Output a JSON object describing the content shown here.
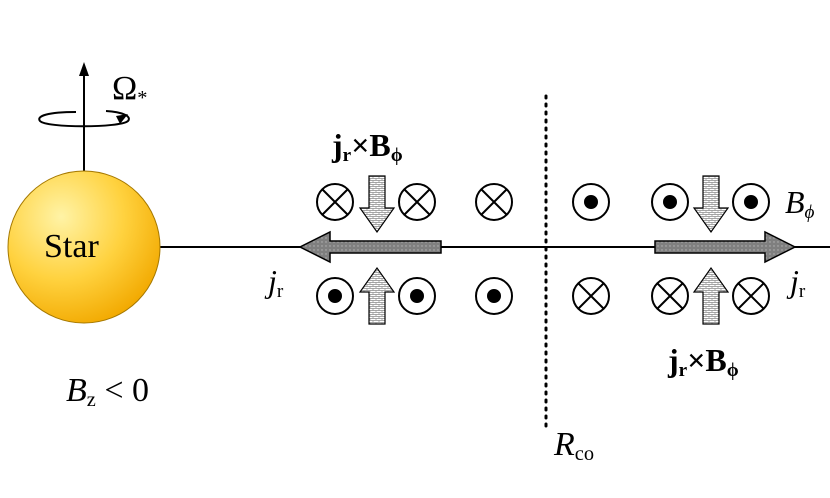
{
  "star": {
    "label": "Star"
  },
  "rotation": {
    "symbol": "Ω",
    "subscript": "*"
  },
  "field_sign": {
    "b": "B",
    "sub": "z",
    "relation": "< 0"
  },
  "corotation": {
    "r": "R",
    "sub": "co"
  },
  "b_phi": {
    "b": "B",
    "sub": "ϕ"
  },
  "current": {
    "j": "j",
    "sub": "r"
  },
  "force": {
    "j": "j",
    "jsub": "r",
    "cross": "×",
    "b": "B",
    "bsub": "ϕ"
  },
  "colors": {
    "star_light": "#fff3a6",
    "star_dark": "#f2b100",
    "arrow_fill": "#7a7a7a"
  }
}
